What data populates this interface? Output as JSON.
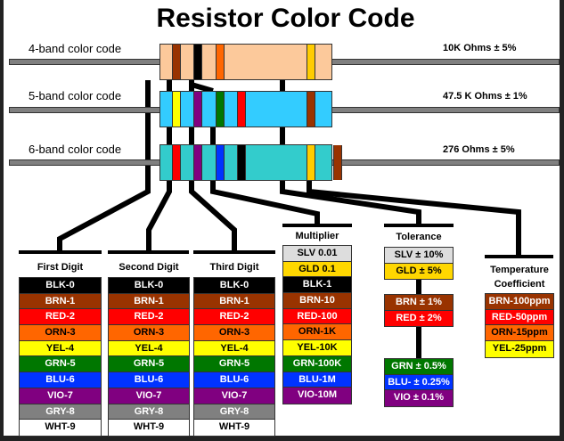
{
  "title": "Resistor Color Code",
  "resistors": [
    {
      "label": "4-band color code",
      "value": "10K Ohms ± 5%",
      "body": "#fcc99b",
      "bands": [
        "#993300",
        "#000000",
        "#ff6600",
        "#ffcc00"
      ]
    },
    {
      "label": "5-band color code",
      "value": "47.5 K Ohms ± 1%",
      "body": "#33ccff",
      "bands": [
        "#ffff00",
        "#800080",
        "#007700",
        "#ff0000",
        "#993300"
      ]
    },
    {
      "label": "6-band color code",
      "value": "276 Ohms ± 5%",
      "body": "#33cccc",
      "bands": [
        "#ff0000",
        "#800080",
        "#0033ff",
        "#000000",
        "#ffcc00",
        "#993300"
      ]
    }
  ],
  "columns": {
    "first": {
      "title": "First Digit"
    },
    "second": {
      "title": "Second Digit"
    },
    "third": {
      "title": "Third Digit"
    },
    "multiplier": {
      "title": "Multiplier"
    },
    "tolerance": {
      "title": "Tolerance"
    },
    "tempco": {
      "title": "Temperature Coefficient"
    }
  },
  "digits": [
    {
      "t": "BLK-0",
      "bg": "#000000",
      "fg": "#ffffff"
    },
    {
      "t": "BRN-1",
      "bg": "#993300",
      "fg": "#ffffff"
    },
    {
      "t": "RED-2",
      "bg": "#ff0000",
      "fg": "#ffffff"
    },
    {
      "t": "ORN-3",
      "bg": "#ff6600",
      "fg": "#000000"
    },
    {
      "t": "YEL-4",
      "bg": "#ffff00",
      "fg": "#000000"
    },
    {
      "t": "GRN-5",
      "bg": "#007700",
      "fg": "#ffffff"
    },
    {
      "t": "BLU-6",
      "bg": "#0033ff",
      "fg": "#ffffff"
    },
    {
      "t": "VIO-7",
      "bg": "#800080",
      "fg": "#ffffff"
    },
    {
      "t": "GRY-8",
      "bg": "#808080",
      "fg": "#ffffff"
    },
    {
      "t": "WHT-9",
      "bg": "#ffffff",
      "fg": "#000000"
    }
  ],
  "multiplier": [
    {
      "t": "SLV 0.01",
      "bg": "#dddddd",
      "fg": "#000000"
    },
    {
      "t": "GLD 0.1",
      "bg": "#ffd700",
      "fg": "#000000"
    },
    {
      "t": "BLK-1",
      "bg": "#000000",
      "fg": "#ffffff"
    },
    {
      "t": "BRN-10",
      "bg": "#993300",
      "fg": "#ffffff"
    },
    {
      "t": "RED-100",
      "bg": "#ff0000",
      "fg": "#ffffff"
    },
    {
      "t": "ORN-1K",
      "bg": "#ff6600",
      "fg": "#000000"
    },
    {
      "t": "YEL-10K",
      "bg": "#ffff00",
      "fg": "#000000"
    },
    {
      "t": "GRN-100K",
      "bg": "#007700",
      "fg": "#ffffff"
    },
    {
      "t": "BLU-1M",
      "bg": "#0033ff",
      "fg": "#ffffff"
    },
    {
      "t": "VIO-10M",
      "bg": "#800080",
      "fg": "#ffffff"
    }
  ],
  "tolerance": [
    [
      {
        "t": "SLV ± 10%",
        "bg": "#dddddd",
        "fg": "#000000"
      },
      {
        "t": "GLD ±  5%",
        "bg": "#ffd700",
        "fg": "#000000"
      }
    ],
    [
      {
        "t": "BRN ± 1%",
        "bg": "#993300",
        "fg": "#ffffff"
      },
      {
        "t": "RED ± 2%",
        "bg": "#ff0000",
        "fg": "#ffffff"
      }
    ],
    [
      {
        "t": "GRN ± 0.5%",
        "bg": "#007700",
        "fg": "#ffffff"
      },
      {
        "t": "BLU- ± 0.25%",
        "bg": "#0033ff",
        "fg": "#ffffff"
      },
      {
        "t": "VIO ± 0.1%",
        "bg": "#800080",
        "fg": "#ffffff"
      }
    ]
  ],
  "tempco": [
    {
      "t": "BRN-100ppm",
      "bg": "#993300",
      "fg": "#ffffff"
    },
    {
      "t": "RED-50ppm",
      "bg": "#ff0000",
      "fg": "#ffffff"
    },
    {
      "t": "ORN-15ppm",
      "bg": "#ff6600",
      "fg": "#000000"
    },
    {
      "t": "YEL-25ppm",
      "bg": "#ffff00",
      "fg": "#000000"
    }
  ]
}
